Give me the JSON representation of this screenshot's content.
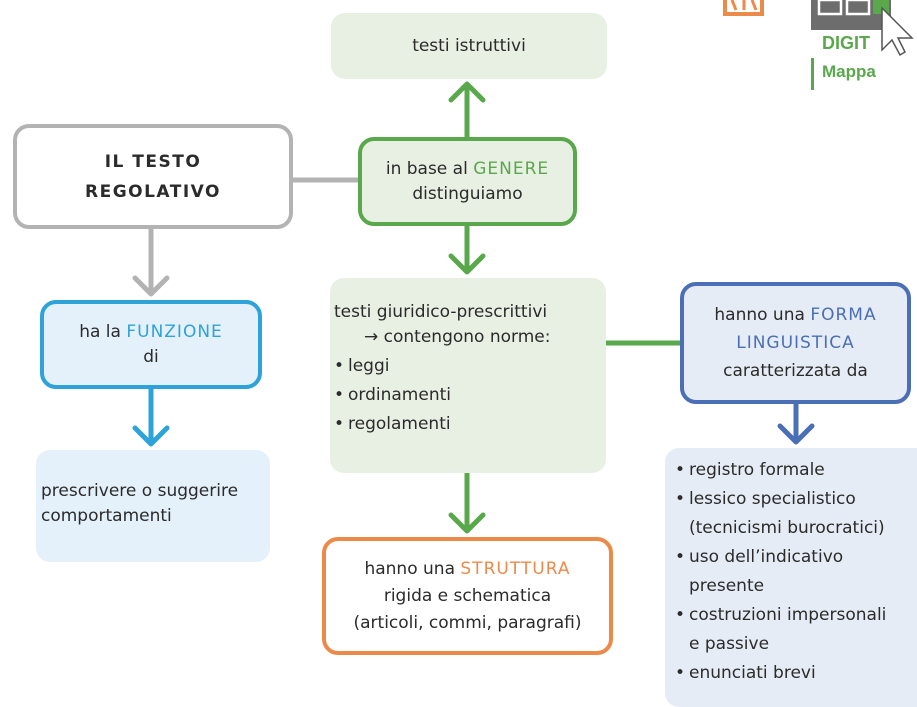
{
  "colors": {
    "green": "#5aa84c",
    "blue": "#2ea3d9",
    "orange": "#ec8a4a",
    "navy": "#4a6fb5",
    "gray": "#b3b3b3"
  },
  "title": {
    "line1": "IL TESTO",
    "line2": "REGOLATIVO"
  },
  "istruttivi": "testi istruttivi",
  "genere": {
    "pre": "in base al ",
    "kw": "GENERE",
    "post": "distinguiamo"
  },
  "funzione": {
    "pre": "ha la ",
    "kw": "FUNZIONE",
    "post": "di"
  },
  "prescrivere": {
    "line1": "prescrivere o suggerire",
    "line2": "comportamenti"
  },
  "giuridico": {
    "line1": "testi giuridico-prescrittivi",
    "arrow": "→",
    "line2": "contengono norme:",
    "items": [
      "leggi",
      "ordinamenti",
      "regolamenti"
    ]
  },
  "struttura": {
    "pre": "hanno una ",
    "kw": "STRUTTURA",
    "line2": "rigida e schematica",
    "line3": "(articoli, commi, paragrafi)"
  },
  "forma": {
    "pre": "hanno una ",
    "kw1": "FORMA",
    "kw2": "LINGUISTICA",
    "post": "caratterizzata da"
  },
  "forma_items": {
    "i1": "registro formale",
    "i2a": "lessico specialistico",
    "i2b": "(tecnicismi burocratici)",
    "i3a": "uso dell’indicativo",
    "i3b": "presente",
    "i4a": "costruzioni impersonali",
    "i4b": "e passive",
    "i5": "enunciati brevi"
  },
  "logo": {
    "digit": "DIGIT",
    "mappa": "Mappa"
  }
}
